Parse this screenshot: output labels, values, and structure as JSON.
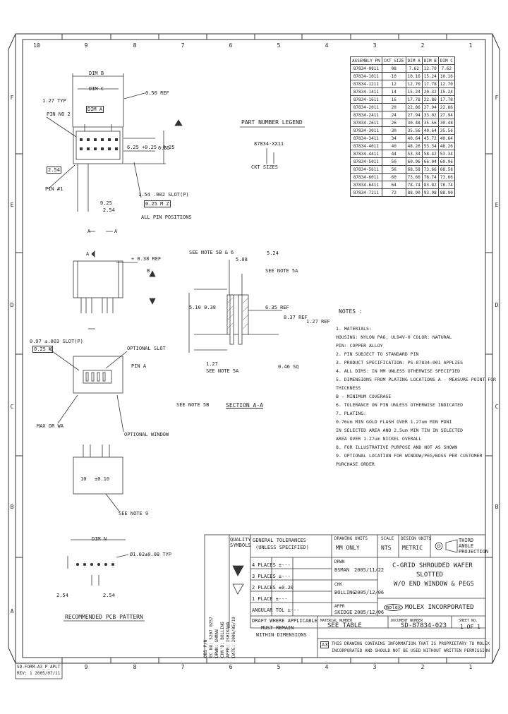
{
  "zones_top": [
    "10",
    "9",
    "8",
    "7",
    "6",
    "5",
    "4",
    "3",
    "2",
    "1"
  ],
  "zones_side": [
    "F",
    "E",
    "D",
    "C",
    "B",
    "A"
  ],
  "parts_table": {
    "headers": [
      "ASSEMBLY PN",
      "CKT SIZE",
      "DIM A",
      "DIM B",
      "DIM C"
    ],
    "rows": [
      [
        "87834-0811",
        "08",
        "7.62",
        "12.70",
        "7.62"
      ],
      [
        "87834-1011",
        "10",
        "10.16",
        "15.24",
        "10.16"
      ],
      [
        "87834-1211",
        "12",
        "12.70",
        "17.78",
        "12.70"
      ],
      [
        "87834-1411",
        "14",
        "15.24",
        "20.32",
        "15.24"
      ],
      [
        "87834-1611",
        "16",
        "17.78",
        "22.86",
        "17.78"
      ],
      [
        "87834-2011",
        "20",
        "22.86",
        "27.94",
        "22.86"
      ],
      [
        "87834-2411",
        "24",
        "27.94",
        "33.02",
        "27.94"
      ],
      [
        "87834-2611",
        "26",
        "30.48",
        "35.56",
        "30.48"
      ],
      [
        "87834-3011",
        "30",
        "35.56",
        "40.64",
        "35.56"
      ],
      [
        "87834-3411",
        "34",
        "40.64",
        "45.72",
        "40.64"
      ],
      [
        "87834-4011",
        "40",
        "48.26",
        "53.34",
        "48.26"
      ],
      [
        "87834-4411",
        "44",
        "53.34",
        "58.42",
        "53.34"
      ],
      [
        "87834-5011",
        "50",
        "60.96",
        "66.04",
        "60.96"
      ],
      [
        "87834-5611",
        "56",
        "68.58",
        "73.66",
        "68.58"
      ],
      [
        "87834-6011",
        "60",
        "73.66",
        "78.74",
        "73.66"
      ],
      [
        "87834-6411",
        "64",
        "78.74",
        "83.82",
        "78.74"
      ],
      [
        "87834-7211",
        "72",
        "88.90",
        "93.98",
        "88.90"
      ]
    ]
  },
  "top_view": {
    "dim_b": "DIM B",
    "dim_c": "DIM C",
    "typ_127": "1.27 TYP",
    "pin_1": "PIN NO 2",
    "dim_a_label": "DIM A",
    "ref_050": "0.50 REF",
    "tol_025": "6.25 +0.25 -0.25",
    "dim_655": "6.55",
    "dim_254": "2.54",
    "pin1_label": "PIN #1",
    "hole_note1": "1.54 .002 SLOT(P)",
    "hole_note2": "0.25 M Z",
    "hole_note3": "ALL PIN POSITIONS",
    "dim_025": "0.25",
    "dim_254b": "2.54",
    "view_a": "A",
    "view_a2": "A"
  },
  "side_view": {
    "view_a": "A",
    "ref_038": "+ 0.38 REF",
    "dim_b": "B"
  },
  "section": {
    "see_note_5b6": "SEE NOTE 5B & 6",
    "dim_524": "5.24",
    "dim_508": "5.08",
    "see_note_5a_top": "SEE NOTE 5A",
    "dim_010": "5.10 0.38",
    "ref_635": "6.35 REF",
    "ref_837": "8.37 REF",
    "dim_127_ref": "1.27 REF",
    "dim_127": "1.27",
    "see_note_5a_bot": "SEE NOTE 5A",
    "dim_046": "0.46 SQ",
    "see_note_5b": "SEE NOTE 5B",
    "section_title": "SECTION A-A"
  },
  "legend": {
    "title": "PART NUMBER LEGEND",
    "number": "87834-XX11",
    "ckt": "CKT SIZES"
  },
  "bottom_views": {
    "slot_note": "0.97 ±.003 SLOT(P)",
    "slot_tol": "0.25 M",
    "optional_slot": "OPTIONAL SLOT",
    "pin_a": "PIN A",
    "max_or_wa": "MAX OR WA",
    "optional_window": "OPTIONAL WINDOW",
    "dim_10": "10",
    "tol_010": "±0.10",
    "see_note_9": "SEE NOTE 9"
  },
  "notes": {
    "title": "NOTES :",
    "items": [
      "1. MATERIALS:",
      "   HOUSING: NYLON PA6, UL94V-0 COLOR: NATURAL",
      "   PIN: COPPER ALLOY",
      "2. PIN SUBJECT TO STANDARD PIN",
      "3. PRODUCT SPECIFICATION: PS-87834-001 APPLIES",
      "4. ALL DIMS: IN MM UNLESS OTHERWISE SPECIFIED",
      "5. DIMENSIONS FROM PLATING LOCATIONS A - MEASURE POINT FOR",
      "                                        THICKNESS",
      "                                     B - MINIMUM COVERAGE",
      "6. TOLERANCE ON PIN UNLESS OTHERWISE INDICATED",
      "7. PLATING:",
      "   0.76um MIN GOLD FLASH OVER 1.27um MIN PDNI",
      "   IN SELECTED AREA AND 2.5um MIN TIN IN SELECTED",
      "   AREA OVER 1.27um NICKEL OVERALL",
      "8. FOR ILLUSTRATIVE PURPOSE AND NOT AS SHOWN",
      "9. OPTIONAL LOCATION FOR WINDOW/PEG/BOSS PER CUSTOMER",
      "   PURCHASE ORDER"
    ]
  },
  "pcb": {
    "dim_n": "DIM N",
    "hole_note": "Ø1.02±0.08 TYP",
    "dim_254a": "2.54",
    "dim_254b": "2.54",
    "title": "RECOMMENDED PCB PATTERN"
  },
  "title_block": {
    "quality_symbols": "QUALITY SYMBOLS",
    "general_tolerances": "GENERAL TOLERANCES",
    "unless_specified": "(UNLESS SPECIFIED)",
    "drawing_units": "DRAWING UNITS",
    "mm_only": "MM ONLY",
    "scale_label": "SCALE",
    "scale": "NTS",
    "design_units": "DESIGN UNITS",
    "metric": "METRIC",
    "third_angle": "THIRD ANGLE PROJECTION",
    "tol_rows": [
      "4 PLACES ±---",
      "3 PLACES ±---",
      "2 PLACES ±0.20",
      "1 PLACE ±---",
      "ANGULAR TOL ±---"
    ],
    "drwn_label": "DRWN",
    "drwn_by": "BSMAN",
    "drwn_date": "2005/11/22",
    "chk_label": "CHK",
    "chk_by": "BOLLING",
    "chk_date": "2005/12/06",
    "appr_label": "APPR",
    "appr_by": "SKIDGE",
    "appr_date": "2005/12/06",
    "title_1": "C-GRID SHROUDED WAFER",
    "title_2": "SLOTTED",
    "title_3": "W/O END WINDOW & PEGS",
    "company": "MOLEX INCORPORATED",
    "logo": "molex",
    "material_label": "MATERIAL NUMBER",
    "material": "SEE TABLE",
    "document_label": "DOCUMENT NUMBER",
    "document": "SD-87834-023",
    "sheet_label": "SHEET NO.",
    "sheet": "1 OF 1",
    "draft_note_1": "DRAFT WHERE APPLICABLE",
    "draft_note_2": "MUST REMAIN",
    "draft_note_3": "WITHIN DIMENSIONS",
    "format": "A3",
    "proprietary_1": "THIS DRAWING CONTAINS INFORMATION THAT IS PROPRIETARY TO MOLEX",
    "proprietary_2": "INCORPORATED AND SHOULD NOT BE USED WITHOUT WRITTEN PERMISSION",
    "ec_lines": [
      "OBS P/N",
      "EC NO: 5207 0257",
      "DRWN: SHMAN",
      "CHK'D: BOLLING",
      "APPR: ISHIKAWA",
      "DATE: 2006/05/19"
    ],
    "corner_1": "SD-FORM-A3_P_APLT",
    "corner_2": "REV: 1 2005/07/11"
  },
  "colors": {
    "line": "#333333",
    "fill_hatch": "#555555"
  }
}
